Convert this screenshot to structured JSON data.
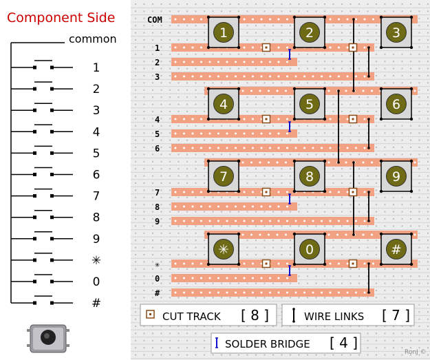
{
  "schematic": {
    "title": "Component Side",
    "common_label": "common",
    "switch_labels": [
      "1",
      "2",
      "3",
      "4",
      "5",
      "6",
      "7",
      "8",
      "9",
      "✳",
      "0",
      "#"
    ]
  },
  "stripboard": {
    "track_labels": [
      "COM",
      "1",
      "2",
      "3",
      "4",
      "5",
      "6",
      "7",
      "8",
      "9",
      "✳",
      "0",
      "#"
    ],
    "keys": [
      "1",
      "2",
      "3",
      "4",
      "5",
      "6",
      "7",
      "8",
      "9",
      "✳",
      "0",
      "#"
    ],
    "credit": "RonJ ©"
  },
  "legend": {
    "cut_track_label": "CUT TRACK",
    "cut_track_count": "[ 8 ]",
    "wire_links_label": "WIRE LINKS",
    "wire_links_count": "[ 7 ]",
    "solder_bridge_label": "SOLDER BRIDGE",
    "solder_bridge_count": "[ 4 ]"
  },
  "colors": {
    "title_red": "#cc0000",
    "copper_strip": "#f3a183",
    "board_grey": "#ededed",
    "hole_dot": "#ffffff",
    "key_olive": "#6e6a16",
    "key_face": "#d8d8d8",
    "cut_brown": "#8a4a16",
    "bridge_blue": "#1010cc"
  }
}
